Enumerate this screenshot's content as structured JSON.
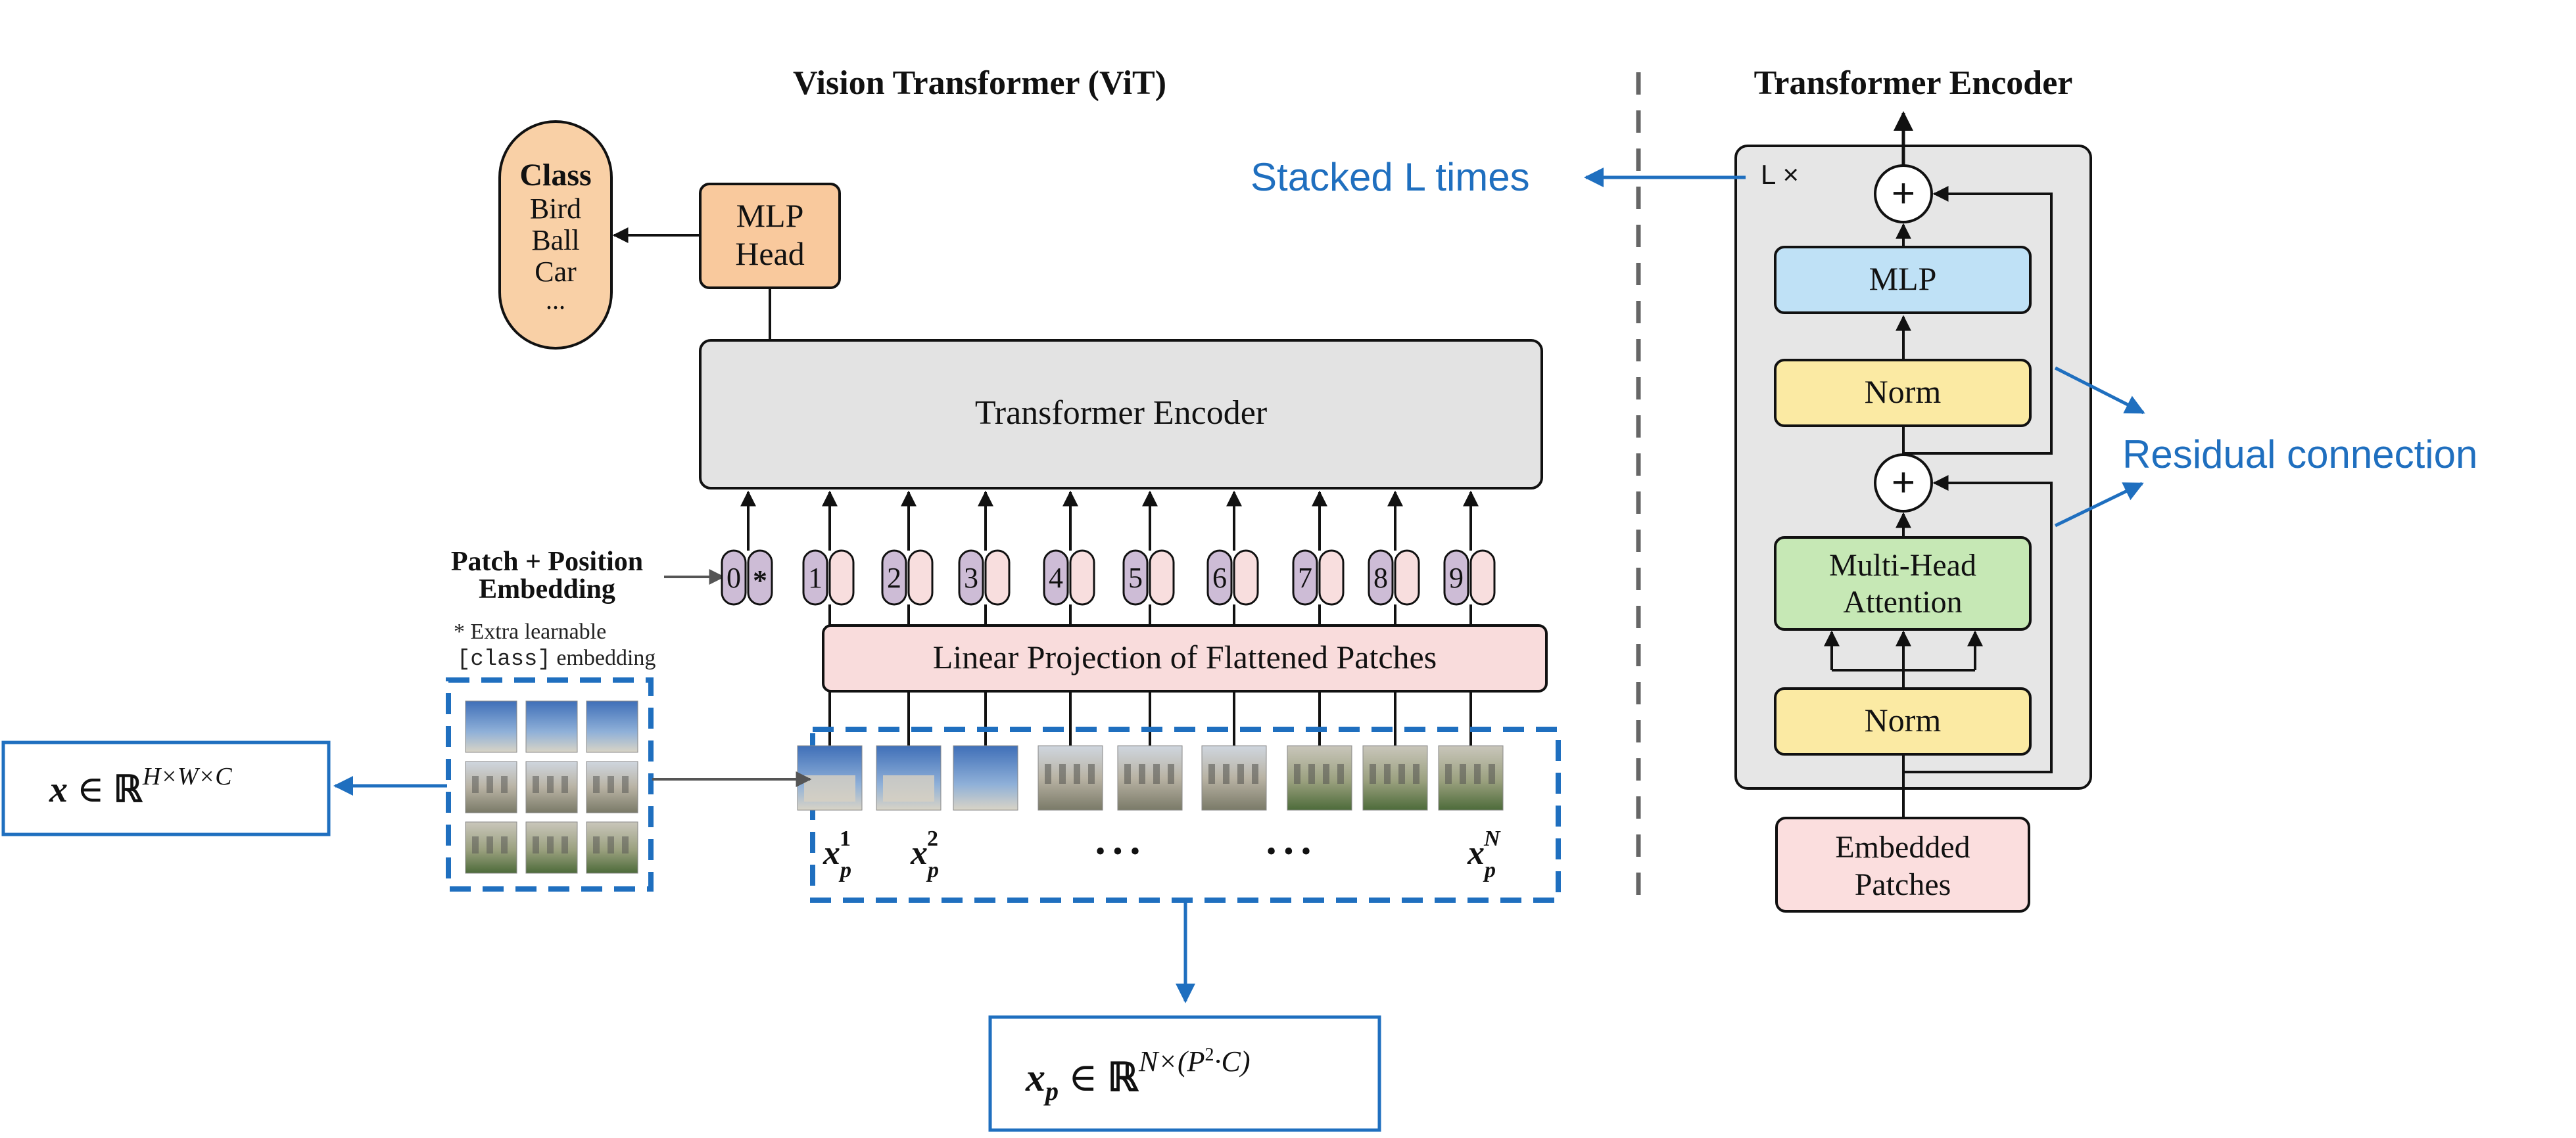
{
  "vit": {
    "title": "Vision Transformer (ViT)",
    "class_box": {
      "header": "Class",
      "items": [
        "Bird",
        "Ball",
        "Car",
        "..."
      ]
    },
    "mlp_head": {
      "line1": "MLP",
      "line2": "Head"
    },
    "encoder_label": "Transformer Encoder",
    "embedding_label": {
      "line1": "Patch + Position",
      "line2": "Embedding"
    },
    "extra_note": {
      "line1": "* Extra learnable",
      "mono": "[class]",
      "rest": " embedding"
    },
    "position_tokens": [
      "0",
      "1",
      "2",
      "3",
      "4",
      "5",
      "6",
      "7",
      "8",
      "9"
    ],
    "class_token_star": "*",
    "linear_projection": "Linear Projection of Flattened Patches",
    "patch_labels": {
      "first": "1",
      "second": "2",
      "last": "N",
      "base": "x",
      "sub": "p"
    },
    "ellipsis": "• • •"
  },
  "annotations": {
    "input_eq": {
      "var": "x",
      "rel": " ∈ ",
      "set": "ℝ",
      "sup": "H×W×C"
    },
    "patches_eq": {
      "var": "x",
      "sub": "p",
      "rel": " ∈ ",
      "set": "ℝ",
      "sup_pre": "N×(P",
      "sup_sq": "2",
      "sup_post": "·C)"
    },
    "stacked": "Stacked L times",
    "residual": "Residual connection"
  },
  "encoder_detail": {
    "title": "Transformer Encoder",
    "repeat": "L ×",
    "mlp": "MLP",
    "norm_top": "Norm",
    "attention": {
      "line1": "Multi-Head",
      "line2": "Attention"
    },
    "norm_bottom": "Norm",
    "embedded": {
      "line1": "Embedded",
      "line2": "Patches"
    },
    "plus": "+"
  },
  "colors": {
    "accent_blue": "#1f6fbf",
    "mlp_head_fill": "#f9c99d",
    "class_fill": "#f9d0a6",
    "encoder_fill": "#e3e3e3",
    "token_fill": "#cdbcd6",
    "token_pink": "#f8dede",
    "projection_fill": "#f9dcdc",
    "mlp_fill": "#bfe1f6",
    "norm_fill": "#fbeaa3",
    "attention_fill": "#c6e8b5",
    "embedded_fill": "#fbdede",
    "panel_fill": "#e6e6e6"
  }
}
